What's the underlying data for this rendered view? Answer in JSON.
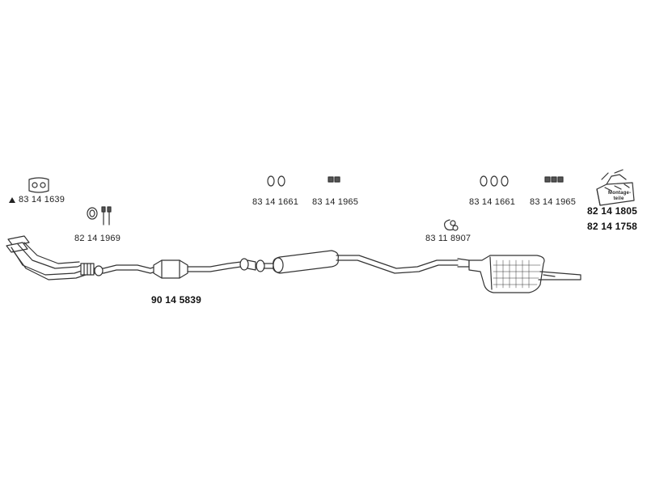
{
  "parts": {
    "flange_gasket": {
      "number": "83 14 1639",
      "marker": "triangle-icon"
    },
    "gasket_bolts": {
      "number": "82 14 1969"
    },
    "front_pipe": {
      "number": "90 14 5839"
    },
    "clamps_front": {
      "number": "83 14 1661"
    },
    "rubber_mounts_front": {
      "number": "83 14 1965"
    },
    "clamps_rear": {
      "number": "83 14 1661"
    },
    "rubber_mounts_rear": {
      "number": "83 14 1965"
    },
    "pipe_clamp": {
      "number": "83 11 8907"
    },
    "mounting_kit": {
      "box_label": "Montage-teile",
      "number_1": "82 14 1805",
      "number_2": "82 14 1758"
    }
  },
  "colors": {
    "line": "#333333",
    "fill": "#ffffff",
    "text": "#222222"
  }
}
